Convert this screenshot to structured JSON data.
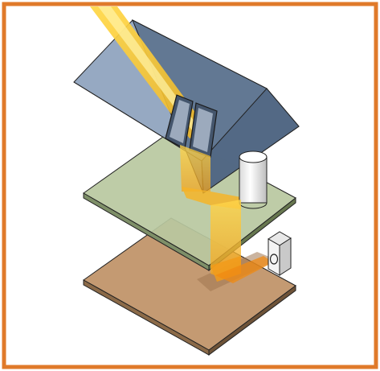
{
  "diagram": {
    "frame_color": "#e07a2a",
    "components": [
      "roof",
      "skylight-window",
      "upper-floor",
      "lower-floor",
      "sun-ray",
      "light-tube",
      "wall-fixture"
    ],
    "colors": {
      "roof_side": "#8ea2bd",
      "roof_end": "#5f7590",
      "upper_floor": "#b8c8a0",
      "lower_floor": "#c49a72",
      "light_beam": "#f7c53a",
      "light_beam_core": "#ffe37a",
      "tube": "#f2f2f2",
      "outline": "#222222"
    }
  }
}
